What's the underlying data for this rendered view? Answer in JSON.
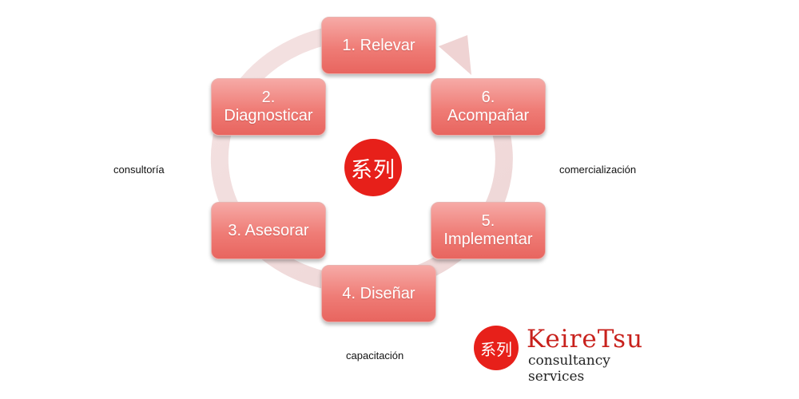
{
  "steps": [
    {
      "id": "1",
      "label": "1. Relevar"
    },
    {
      "id": "2",
      "label": "2.\nDiagnosticar"
    },
    {
      "id": "3",
      "label": "3. Asesorar"
    },
    {
      "id": "4",
      "label": "4. Diseñar"
    },
    {
      "id": "5",
      "label": "5.\nImplementar"
    },
    {
      "id": "6",
      "label": "6.\nAcompañar"
    }
  ],
  "center": {
    "kanji": "系列"
  },
  "side_labels": {
    "left": "consultoría",
    "right": "comercialización",
    "bottom": "capacitación"
  },
  "logo": {
    "seal_kanji": "系列",
    "wordmark": "KeireTsu",
    "tagline": "consultancy services"
  },
  "colors": {
    "box_fill": "#ef7c76",
    "ring": "#f2dcdc",
    "seal": "#e7201a",
    "wordmark": "#c8211c"
  }
}
